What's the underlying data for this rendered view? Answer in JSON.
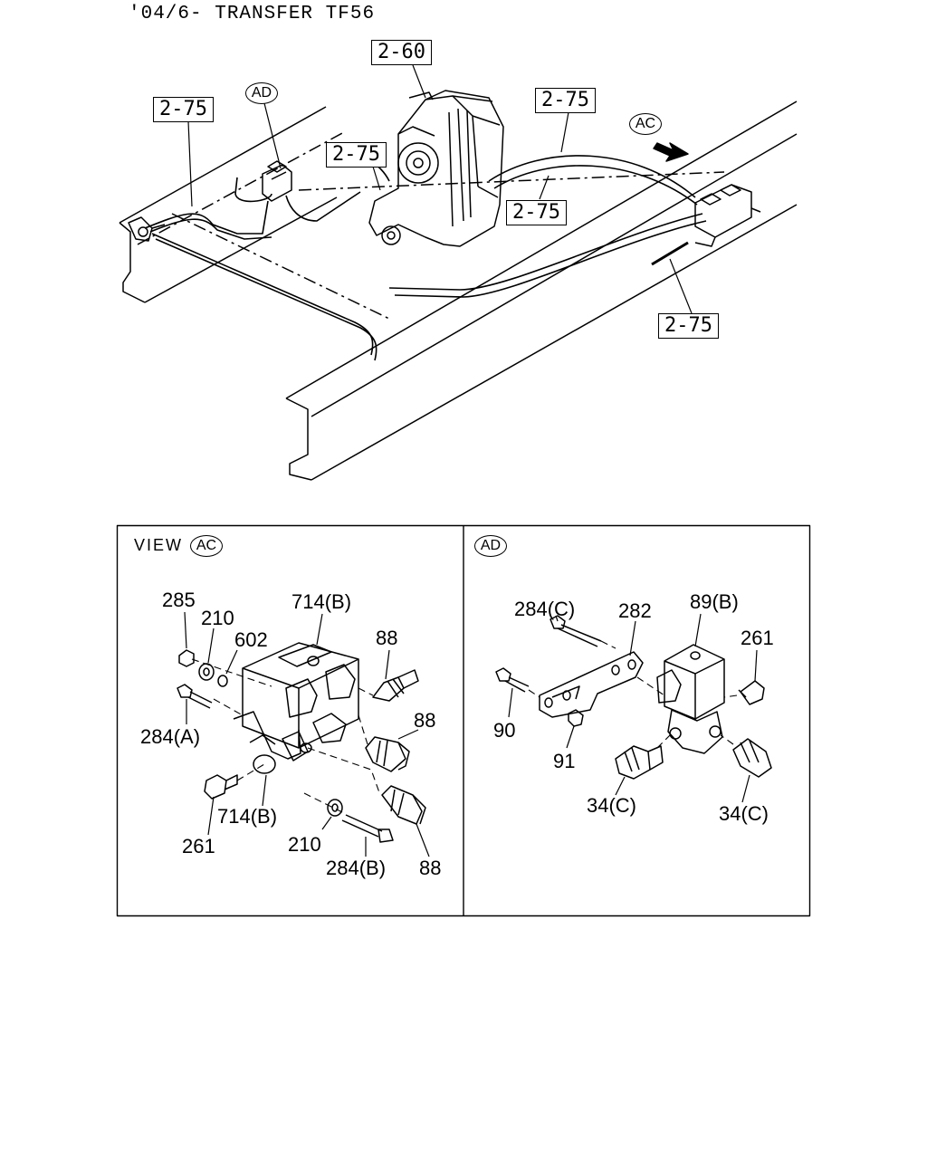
{
  "title": "'04/6- TRANSFER TF56",
  "overview": {
    "refs": {
      "r1": "2-60",
      "r2": "2-75",
      "r3": "2-75",
      "r4": "2-75",
      "r5": "2-75",
      "r6": "2-75"
    },
    "views": {
      "ad": "AD",
      "ac": "AC"
    }
  },
  "panel_left": {
    "view_word": "VIEW",
    "view_id": "AC",
    "labels": {
      "l285": "285",
      "l210a": "210",
      "l602": "602",
      "l714a": "714(B)",
      "l88a": "88",
      "l88b": "88",
      "l284a": "284(A)",
      "l714b": "714(B)",
      "l261": "261",
      "l210b": "210",
      "l284b": "284(B)",
      "l88c": "88"
    }
  },
  "panel_right": {
    "view_id": "AD",
    "labels": {
      "l284c": "284(C)",
      "l282": "282",
      "l89b": "89(B)",
      "l261": "261",
      "l90": "90",
      "l91": "91",
      "l34a": "34(C)",
      "l34b": "34(C)"
    }
  }
}
